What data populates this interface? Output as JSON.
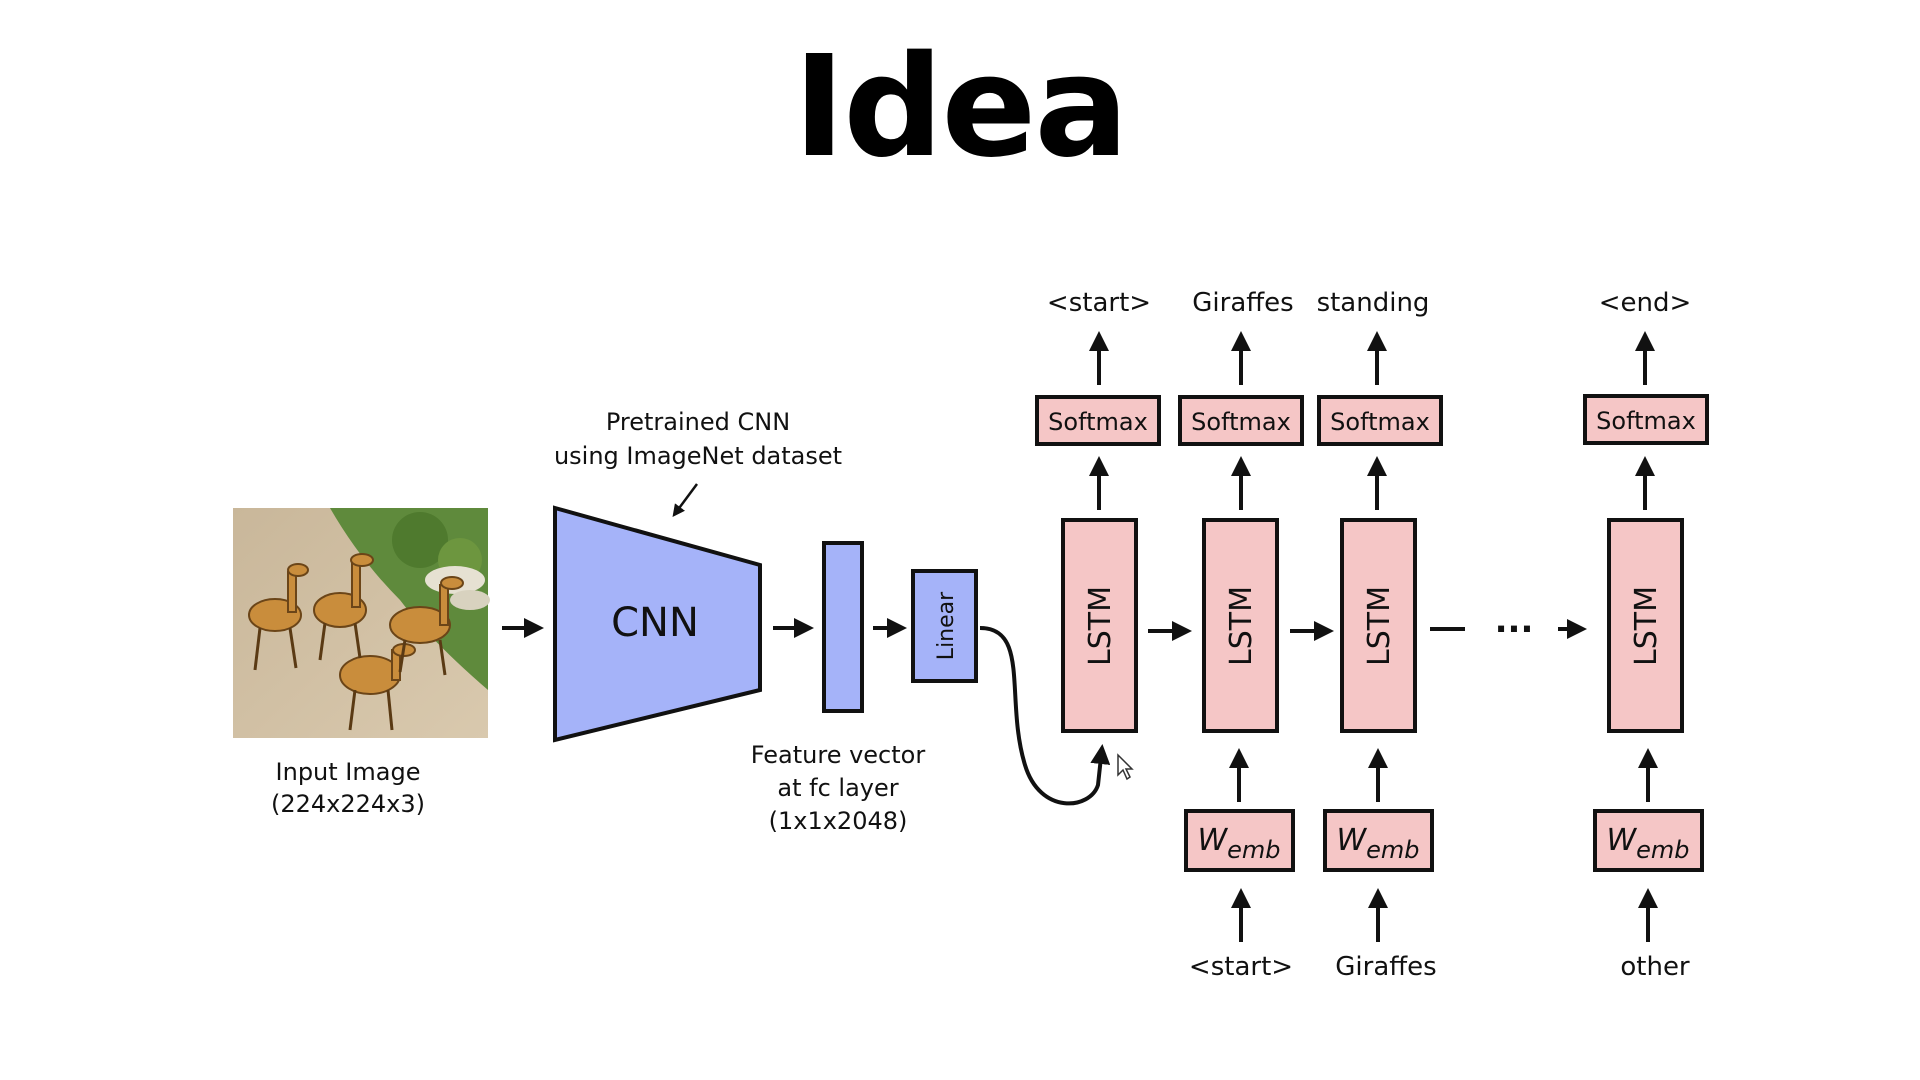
{
  "slide": {
    "title": "Idea"
  },
  "input": {
    "label_line1": "Input Image",
    "label_line2": "(224x224x3)"
  },
  "cnn": {
    "label": "CNN",
    "note_line1": "Pretrained CNN",
    "note_line2": "using ImageNet dataset"
  },
  "feature": {
    "label_line1": "Feature vector",
    "label_line2": "at fc layer",
    "label_line3": "(1x1x2048)"
  },
  "linear": {
    "label": "Linear"
  },
  "lstm": {
    "label": "LSTM"
  },
  "softmax": {
    "label": "Softmax"
  },
  "embedding": {
    "label_base": "W",
    "label_sub": "emb"
  },
  "outputs": [
    "<start>",
    "Giraffes",
    "standing",
    "<end>"
  ],
  "inputs": [
    "<start>",
    "Giraffes",
    "other"
  ],
  "ellipsis": "...",
  "colors": {
    "cnn_fill": "#a5b3f9",
    "lstm_fill": "#f5c6c6",
    "stroke": "#111111"
  }
}
